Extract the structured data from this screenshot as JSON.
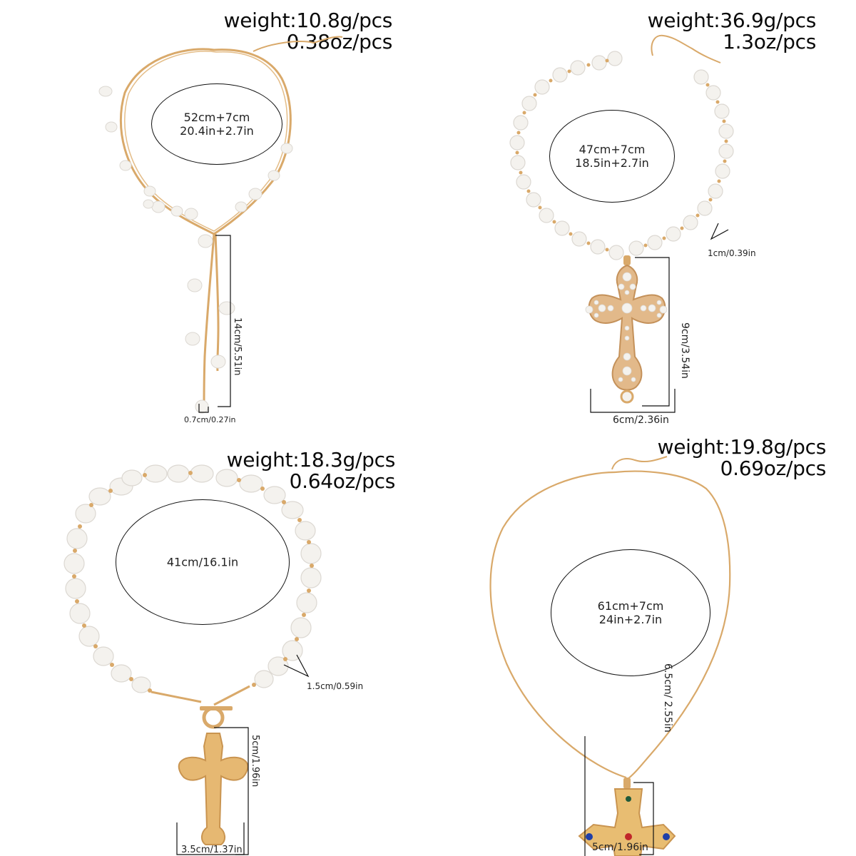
{
  "products": [
    {
      "id_label": "top-left",
      "weight_g": "weight:10.8g/pcs",
      "weight_oz": "0.38oz/pcs",
      "length_cm": "52cm+7cm",
      "length_in": "20.4in+2.7in",
      "drop_length": "14cm/5.51in",
      "charm_width": "0.7cm/0.27in",
      "style": "gold chain lariat with baroque pearl drops"
    },
    {
      "id_label": "top-right",
      "weight_g": "weight:36.9g/pcs",
      "weight_oz": "1.3oz/pcs",
      "length_cm": "47cm+7cm",
      "length_in": "18.5in+2.7in",
      "bead_size": "1cm/0.39in",
      "pendant_height": "9cm/3.54in",
      "pendant_width": "6cm/2.36in",
      "style": "pearl bead necklace with pearl-studded cross pendant"
    },
    {
      "id_label": "bottom-left",
      "weight_g": "weight:18.3g/pcs",
      "weight_oz": "0.64oz/pcs",
      "length": "41cm/16.1in",
      "bead_size": "1.5cm/0.59in",
      "pendant_height": "5cm/1.96in",
      "pendant_width": "3.5cm/1.37in",
      "style": "baroque pearl necklace with toggle clasp and ornate gold cross"
    },
    {
      "id_label": "bottom-right",
      "weight_g": "weight:19.8g/pcs",
      "weight_oz": "0.69oz/pcs",
      "length_cm": "61cm+7cm",
      "length_in": "24in+2.7in",
      "pendant_height": "6.5cm/ 2.55in",
      "pendant_width": "5cm/1.96in",
      "style": "thin gold chain with jeweled gold cross"
    }
  ],
  "colors": {
    "gold": "#d9a96a",
    "gold_dark": "#b9844a",
    "pearl": "#f4f2ee",
    "pearl_shadow": "#dcd8d2",
    "gem_red": "#c0262a",
    "gem_blue": "#1f3fa8",
    "gem_green": "#1f5a3a",
    "line": "#111111"
  }
}
